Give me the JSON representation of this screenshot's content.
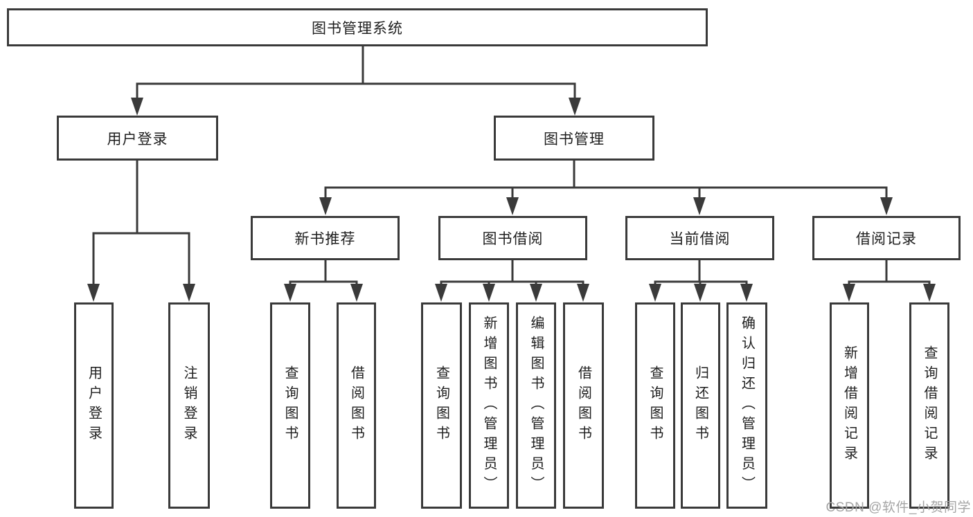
{
  "colors": {
    "line": "#3a3a3a",
    "text": "#1e1e1e",
    "watermark": "#a5a5a5",
    "background": "#ffffff"
  },
  "tree": {
    "root": "图书管理系统",
    "login": {
      "label": "用户登录",
      "children": [
        "用户登录",
        "注销登录"
      ]
    },
    "management": {
      "label": "图书管理",
      "sections": [
        {
          "label": "新书推荐",
          "children": [
            "查询图书",
            "借阅图书"
          ]
        },
        {
          "label": "图书借阅",
          "children": [
            "查询图书",
            "新增图书（管理员）",
            "编辑图书（管理员）",
            "借阅图书"
          ]
        },
        {
          "label": "当前借阅",
          "children": [
            "查询图书",
            "归还图书",
            "确认归还（管理员）"
          ]
        },
        {
          "label": "借阅记录",
          "children": [
            "新增借阅记录",
            "查询借阅记录"
          ]
        }
      ]
    }
  },
  "watermark": "CSDN @软件_小贺同学"
}
